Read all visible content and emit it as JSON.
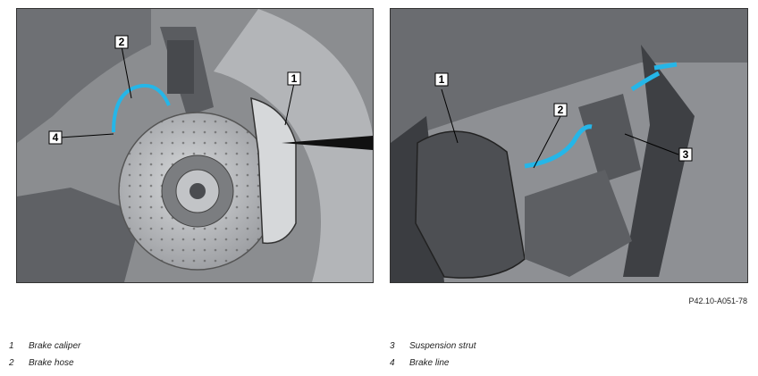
{
  "callouts": {
    "left": [
      "1",
      "2",
      "4"
    ],
    "right": [
      "1",
      "2",
      "3"
    ]
  },
  "figure_ref": "P42.10-A051-78",
  "legend": [
    {
      "num": "1",
      "label": "Brake caliper"
    },
    {
      "num": "2",
      "label": "Brake hose"
    },
    {
      "num": "3",
      "label": "Suspension strut"
    },
    {
      "num": "4",
      "label": "Brake line"
    }
  ],
  "colors": {
    "highlight": "#25b6e8",
    "callout_fill": "#ffffff",
    "callout_stroke": "#000000"
  }
}
